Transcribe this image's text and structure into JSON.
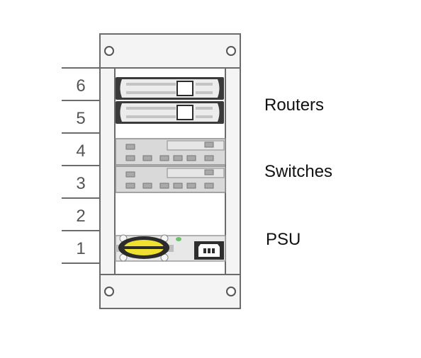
{
  "rack": {
    "units": [
      "6",
      "5",
      "4",
      "3",
      "2",
      "1"
    ],
    "labels": {
      "routers": "Routers",
      "switches": "Switches",
      "psu": "PSU"
    }
  },
  "colors": {
    "frame_stroke": "#6b6b6b",
    "frame_fill": "#f4f4f4",
    "router_body": "#3a3a3a",
    "router_face": "#ececec",
    "switch_face": "#d9d9d9",
    "switch_port": "#a9a9a9",
    "fan_yellow": "#f0e030",
    "power_socket": "#2e2e2e",
    "led_green": "#6cc36c"
  },
  "icons": [
    "mounting-hole-icon",
    "fan-icon",
    "power-socket-icon",
    "status-led-icon"
  ]
}
